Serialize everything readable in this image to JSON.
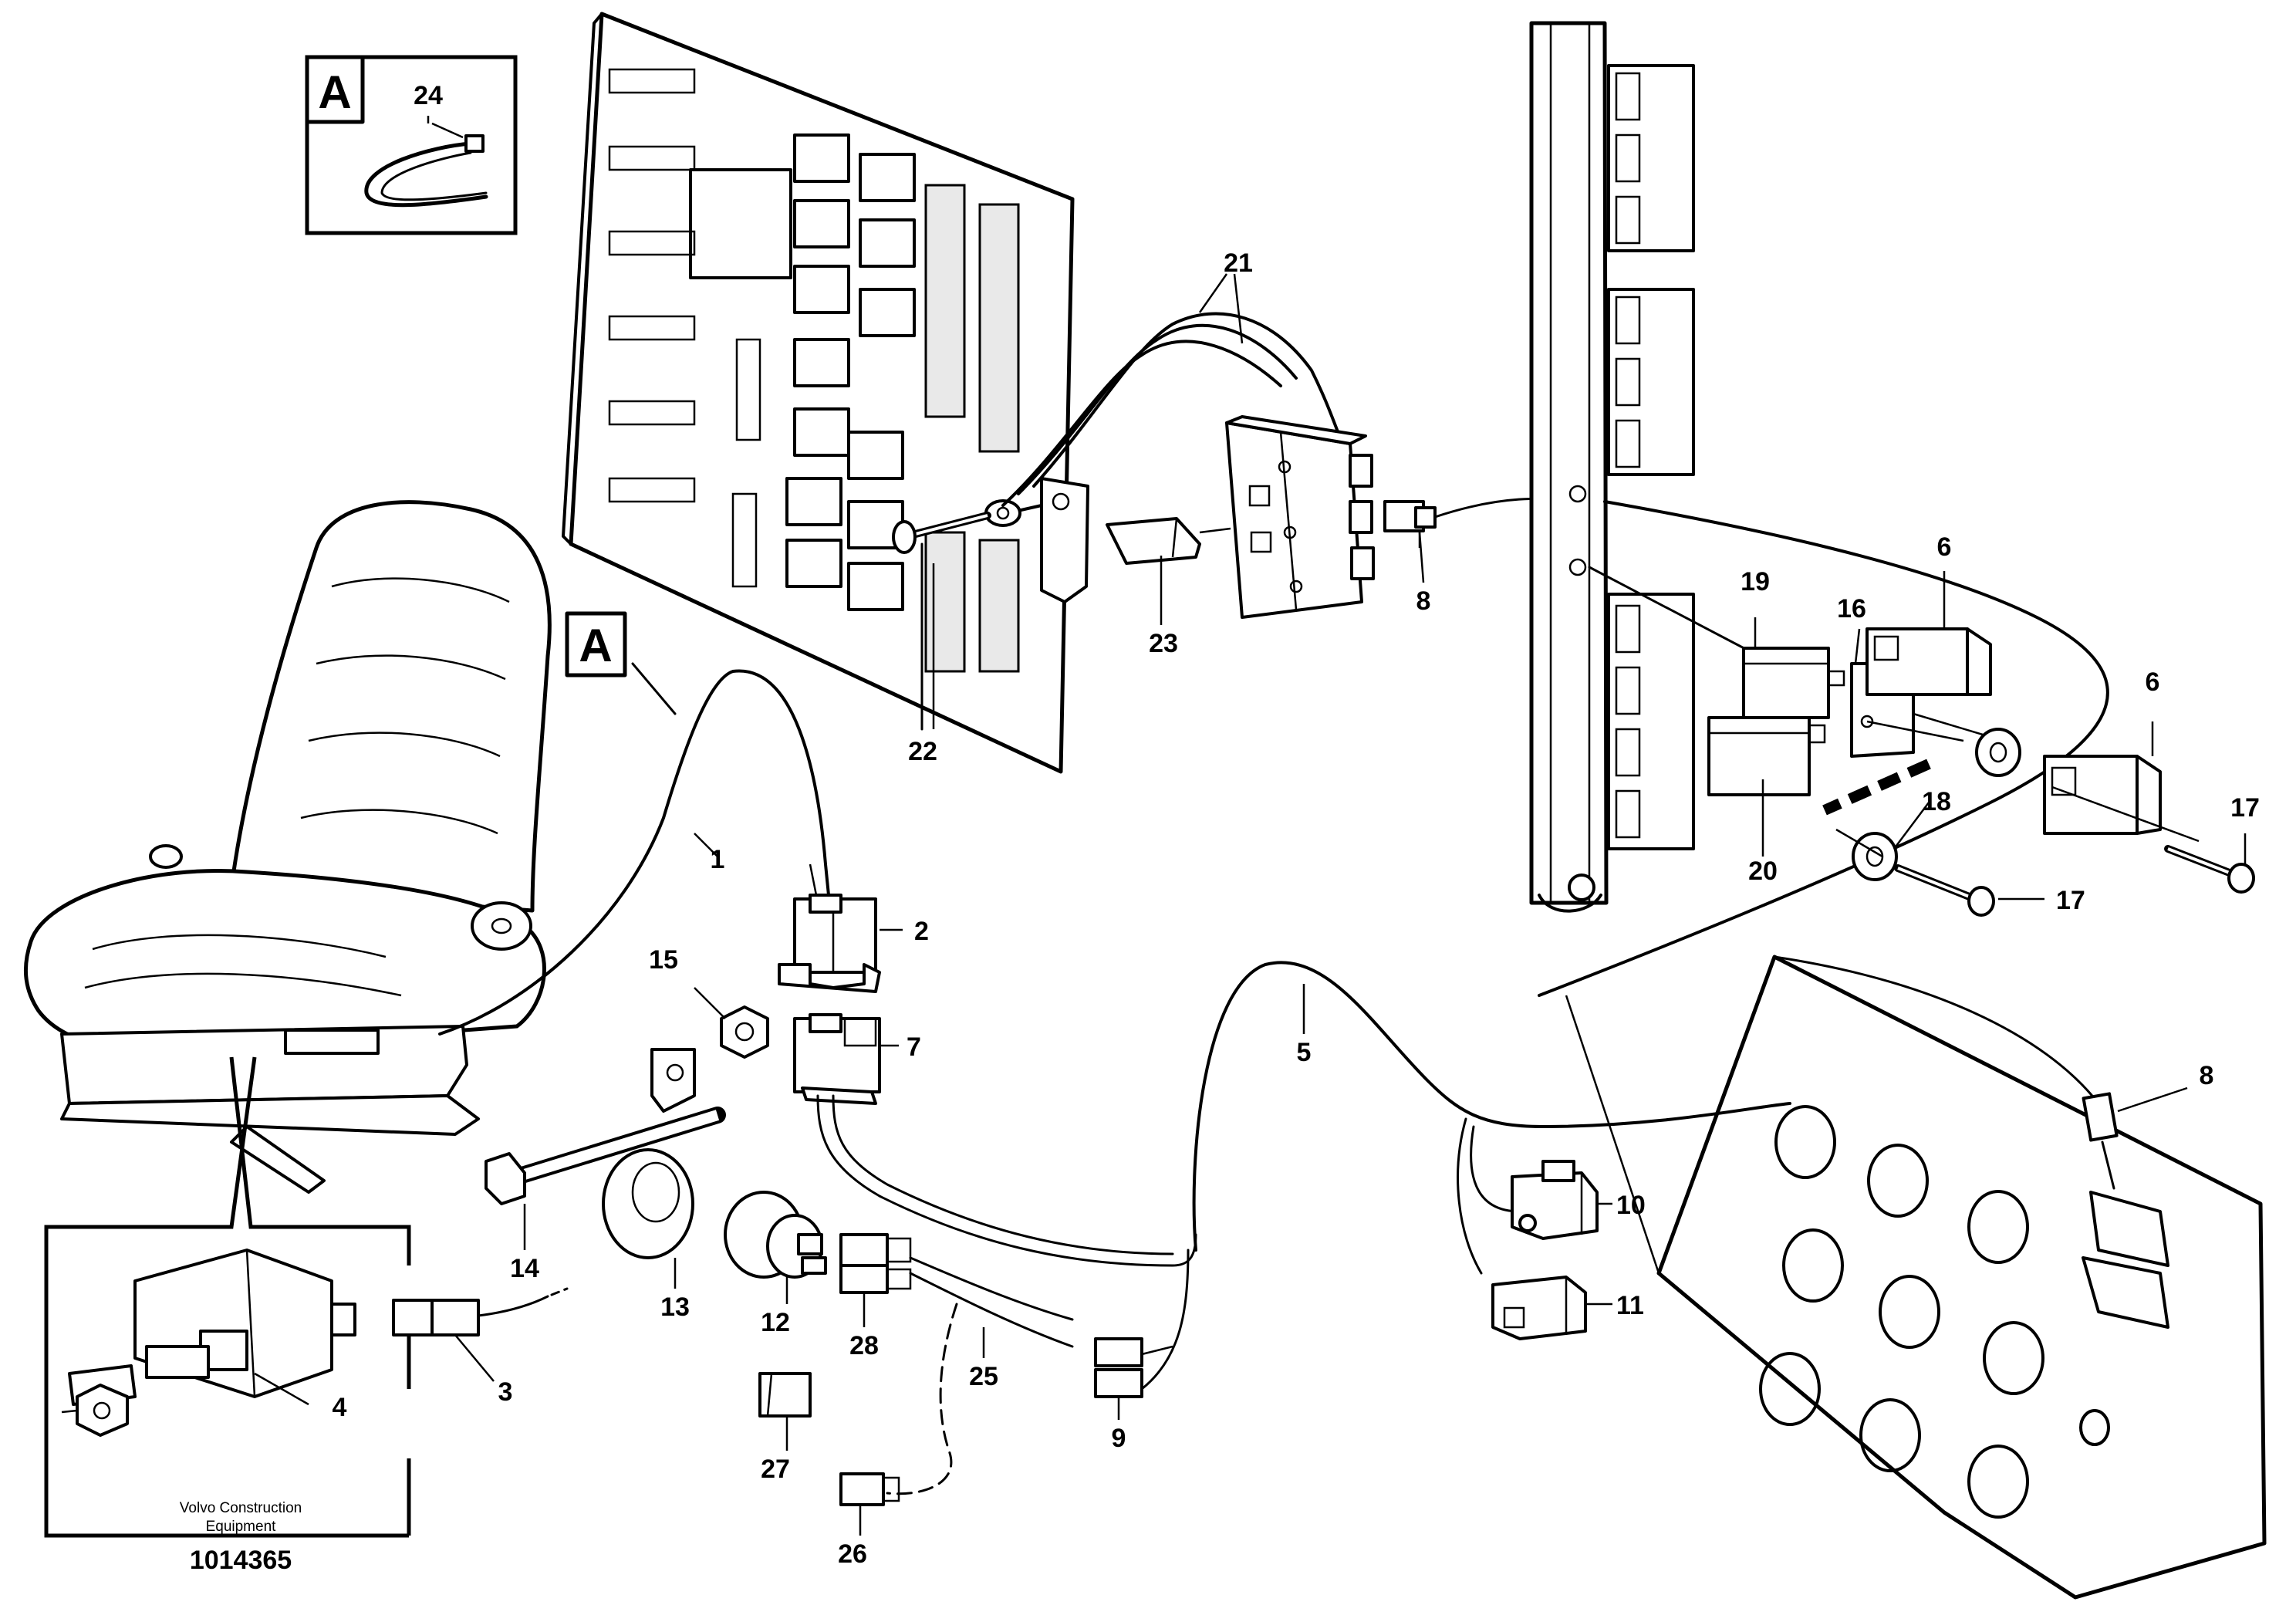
{
  "diagram": {
    "detail_letter": "A",
    "detail_callout_letter": "A",
    "footer": {
      "company_line1": "Volvo Construction",
      "company_line2": "Equipment",
      "drawing_number": "1014365"
    },
    "part_numbers": {
      "p1": "1",
      "p2": "2",
      "p3": "3",
      "p4": "4",
      "p5": "5",
      "p6a": "6",
      "p6b": "6",
      "p7": "7",
      "p8a": "8",
      "p8b": "8",
      "p9": "9",
      "p10": "10",
      "p11": "11",
      "p12": "12",
      "p13": "13",
      "p14": "14",
      "p15": "15",
      "p16": "16",
      "p17a": "17",
      "p17b": "17",
      "p18": "18",
      "p19": "19",
      "p20": "20",
      "p21": "21",
      "p22": "22",
      "p23": "23",
      "p24": "24",
      "p25": "25",
      "p26": "26",
      "p27": "27",
      "p28": "28"
    }
  }
}
